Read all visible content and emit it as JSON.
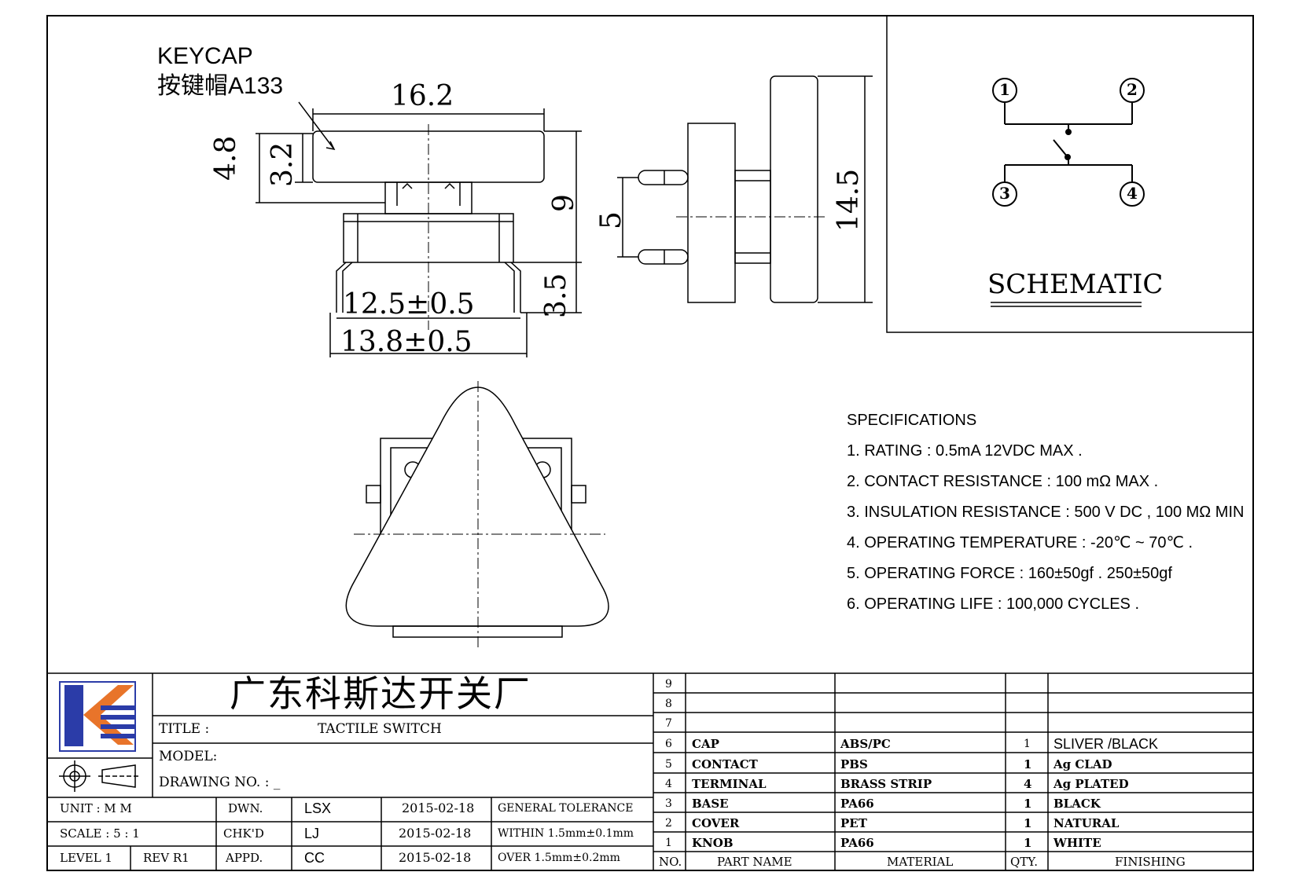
{
  "keycap": {
    "label_en": "KEYCAP",
    "label_cn": "按键帽A133"
  },
  "dimensions": {
    "width_top": "16.2",
    "cap_height": "4.8",
    "cap_thick": "3.2",
    "total_height": "9",
    "pin_len": "3.5",
    "body_width": "12.5±0.5",
    "pin_span": "13.8±0.5",
    "pin_pitch": "5",
    "side_height": "14.5"
  },
  "schematic": {
    "title": "SCHEMATIC",
    "pins": [
      "1",
      "2",
      "3",
      "4"
    ]
  },
  "specifications": {
    "title": "SPECIFICATIONS",
    "items": [
      "1. RATING : 0.5mA 12VDC MAX .",
      "2. CONTACT RESISTANCE : 100 mΩ MAX .",
      "3. INSULATION RESISTANCE : 500 V DC , 100 MΩ MIN",
      "4. OPERATING TEMPERATURE : -20℃ ~ 70℃ .",
      "5. OPERATING FORCE : 160±50gf . 250±50gf",
      "6. OPERATING LIFE : 100,000 CYCLES ."
    ]
  },
  "title_block": {
    "company": "广东科斯达开关厂",
    "title_label": "TITLE :",
    "title_value": "TACTILE SWITCH",
    "model_label": "MODEL:",
    "drawing_no_label": "DRAWING NO.  : _",
    "unit_label": "UNIT    :    M M",
    "scale_label": "SCALE   :   5 : 1",
    "level_label": "LEVEL 1",
    "rev_label": "REV   R1",
    "dwn_label": "DWN.",
    "chk_label": "CHK'D",
    "appd_label": "APPD.",
    "dwn_name": "LSX",
    "chk_name": "LJ",
    "appd_name": "CC",
    "dwn_date": "2015-02-18",
    "chk_date": "2015-02-18",
    "appd_date": "2015-02-18",
    "tol_title": "GENERAL  TOLERANCE",
    "tol_within": "WITHIN  1.5mm±0.1mm",
    "tol_over": "OVER    1.5mm±0.2mm"
  },
  "bom": {
    "headers": {
      "no": "NO.",
      "part": "PART   NAME",
      "material": "MATERIAL",
      "qty": "QTY.",
      "finishing": "FINISHING"
    },
    "empty_rows": [
      "9",
      "8",
      "7"
    ],
    "rows": [
      {
        "no": "6",
        "part": "CAP",
        "material": "ABS/PC",
        "qty": "1",
        "finishing": "SLIVER /BLACK"
      },
      {
        "no": "5",
        "part": "CONTACT",
        "material": "PBS",
        "qty": "1",
        "finishing": "Ag CLAD"
      },
      {
        "no": "4",
        "part": "TERMINAL",
        "material": "BRASS STRIP",
        "qty": "4",
        "finishing": "Ag PLATED"
      },
      {
        "no": "3",
        "part": "BASE",
        "material": "PA66",
        "qty": "1",
        "finishing": "BLACK"
      },
      {
        "no": "2",
        "part": "COVER",
        "material": "PET",
        "qty": "1",
        "finishing": "NATURAL"
      },
      {
        "no": "1",
        "part": "KNOB",
        "material": "PA66",
        "qty": "1",
        "finishing": "WHITE"
      }
    ]
  },
  "colors": {
    "logo_blue": "#2b3ca8",
    "logo_orange": "#e8742a",
    "line": "#000000"
  }
}
